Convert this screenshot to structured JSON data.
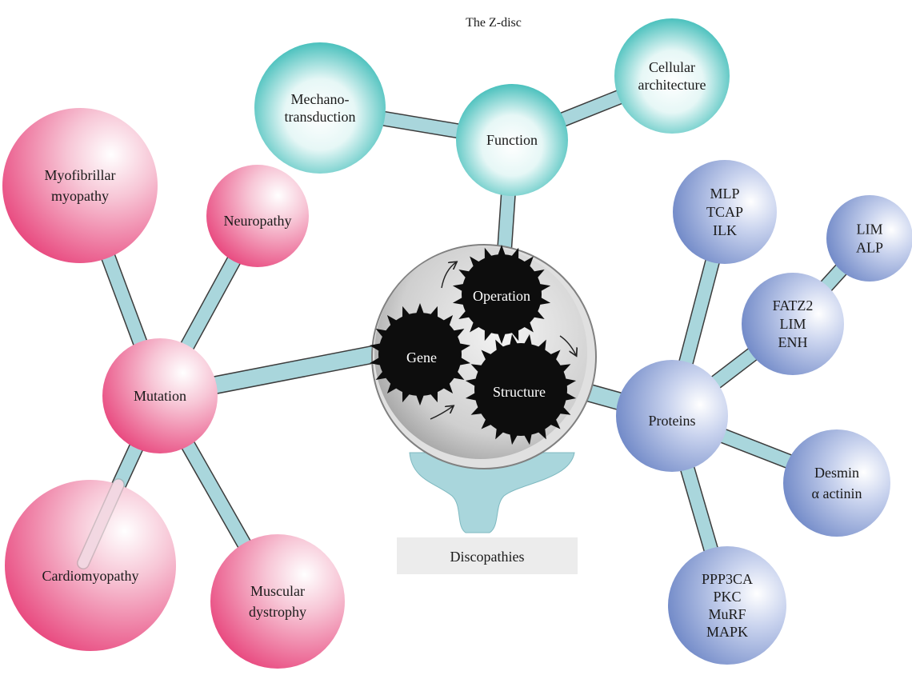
{
  "title": "The Z-disc",
  "colors": {
    "function_group": "#2fb7b3",
    "mutation_group": "#e8467d",
    "proteins_group": "#6d86c6",
    "connector": "#a9d6dc",
    "gear": "#0d0d0d",
    "hub_disc": "#cfcfcf",
    "discopathies_box": "#ececec",
    "funnel": "#a9d6dc"
  },
  "hub": {
    "gears": [
      {
        "label": "Operation"
      },
      {
        "label": "Gene"
      },
      {
        "label": "Structure"
      }
    ]
  },
  "discopathies": {
    "label": "Discopathies"
  },
  "nodes": {
    "function": {
      "lines": [
        "Function"
      ]
    },
    "mechano": {
      "lines": [
        "Mechano-",
        "transduction"
      ]
    },
    "cellular": {
      "lines": [
        "Cellular",
        "architecture"
      ]
    },
    "mutation": {
      "lines": [
        "Mutation"
      ]
    },
    "myofibrillar": {
      "lines": [
        "Myofibrillar",
        "myopathy"
      ]
    },
    "neuropathy": {
      "lines": [
        "Neuropathy"
      ]
    },
    "cardiomyopathy": {
      "lines": [
        "Cardiomyopathy"
      ]
    },
    "muscular": {
      "lines": [
        "Muscular",
        "dystrophy"
      ]
    },
    "proteins": {
      "lines": [
        "Proteins"
      ]
    },
    "mlp": {
      "lines": [
        "MLP",
        "TCAP",
        "ILK"
      ]
    },
    "fatz2": {
      "lines": [
        "FATZ2",
        "LIM",
        "ENH"
      ]
    },
    "limalp": {
      "lines": [
        "LIM",
        "ALP"
      ]
    },
    "desmin": {
      "lines": [
        "Desmin",
        "α actinin"
      ]
    },
    "ppp3ca": {
      "lines": [
        "PPP3CA",
        "PKC",
        "MuRF",
        "MAPK"
      ]
    }
  }
}
